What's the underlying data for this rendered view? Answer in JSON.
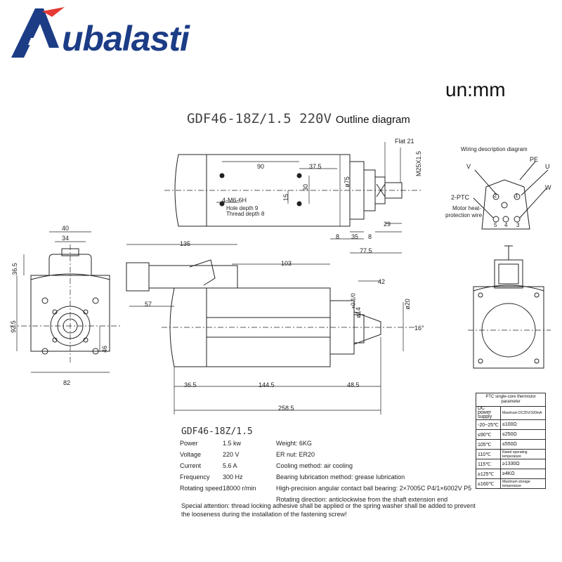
{
  "brand": {
    "name": "ubalasti",
    "logo_letter": "A",
    "color": "#1c3c86",
    "accent": "#e53935"
  },
  "unit_label": "un:mm",
  "title": {
    "model": "GDF46-18Z/1.5 220V",
    "text": "Outline diagram"
  },
  "top_view": {
    "dims": {
      "d90": "90",
      "d37_5": "37.5",
      "d30": "30",
      "d15": "15",
      "d75": "ø75",
      "m25": "M25X1.5",
      "flat": "Flat 21",
      "d29": "29",
      "d8a": "8",
      "d35": "35",
      "d8b": "8",
      "d77_5": "77.5"
    },
    "hole_label": "4-M6-6H",
    "hole_depth": "Hole depth 9",
    "thread_depth": "Thread depth 8"
  },
  "side_view": {
    "dims": {
      "d135": "135",
      "d103": "103",
      "d57": "57",
      "d42": "42",
      "d14": "ø14",
      "tol": "+0.1/0",
      "d20": "ø20",
      "d16": "16°",
      "d36_5": "36.5",
      "d144_5": "144.5",
      "d48_5": "48.5",
      "d258_5": "258.5"
    }
  },
  "front_view": {
    "dims": {
      "d40": "40",
      "d34": "34",
      "d36_5": "36.5",
      "d92_5": "92.5",
      "d46": "46",
      "d82": "82"
    }
  },
  "wiring": {
    "title": "Wiring description diagram",
    "labels": {
      "pe": "PE",
      "v": "V",
      "u": "U",
      "w": "W",
      "ptc": "2-PTC",
      "motor1": "Motor heat-",
      "motor2": "protection wire"
    },
    "pins": [
      "2",
      "1",
      "5",
      "4",
      "3"
    ]
  },
  "spec": {
    "model": "GDF46-18Z/1.5",
    "rows": [
      {
        "k": "Power",
        "v": "1.5 kw",
        "d": "Weight: 6KG"
      },
      {
        "k": "Voltage",
        "v": "220 V",
        "d": "ER nut: ER20"
      },
      {
        "k": "Current",
        "v": "5.6 A",
        "d": "Cooling method: air cooling"
      },
      {
        "k": "Frequency",
        "v": "300 Hz",
        "d": "Bearing lubrication method: grease lubrication"
      },
      {
        "k": "Rotating speed",
        "v": "18000 r/min",
        "d": "High-precision angular contact ball bearing: 2×7005C P4/1×6002V P5"
      },
      {
        "k": "",
        "v": "",
        "d": "Rotating direction: anticlockwise from the shaft extension end"
      }
    ],
    "attention": "Special attention: thread locking adhesive shall be applied or the spring washer shall be added to prevent the looseness during the installation of the fastening screw!"
  },
  "ptc": {
    "header": "PTC single-core thermistor parameter",
    "sub_k": "DC power supply",
    "sub_v": "Maximum DC25V/100mA",
    "rows": [
      {
        "k": "-20~25℃",
        "v": "≤100Ω"
      },
      {
        "k": "≤90℃",
        "v": "≤250Ω"
      },
      {
        "k": "105℃",
        "v": "≤550Ω"
      },
      {
        "k": "110℃",
        "v": "Rated operating temperature"
      },
      {
        "k": "115℃",
        "v": "≥1330Ω"
      },
      {
        "k": "≥125℃",
        "v": "≥4KΩ"
      },
      {
        "k": "≤160℃",
        "v": "Maximum storage temperature"
      }
    ]
  }
}
